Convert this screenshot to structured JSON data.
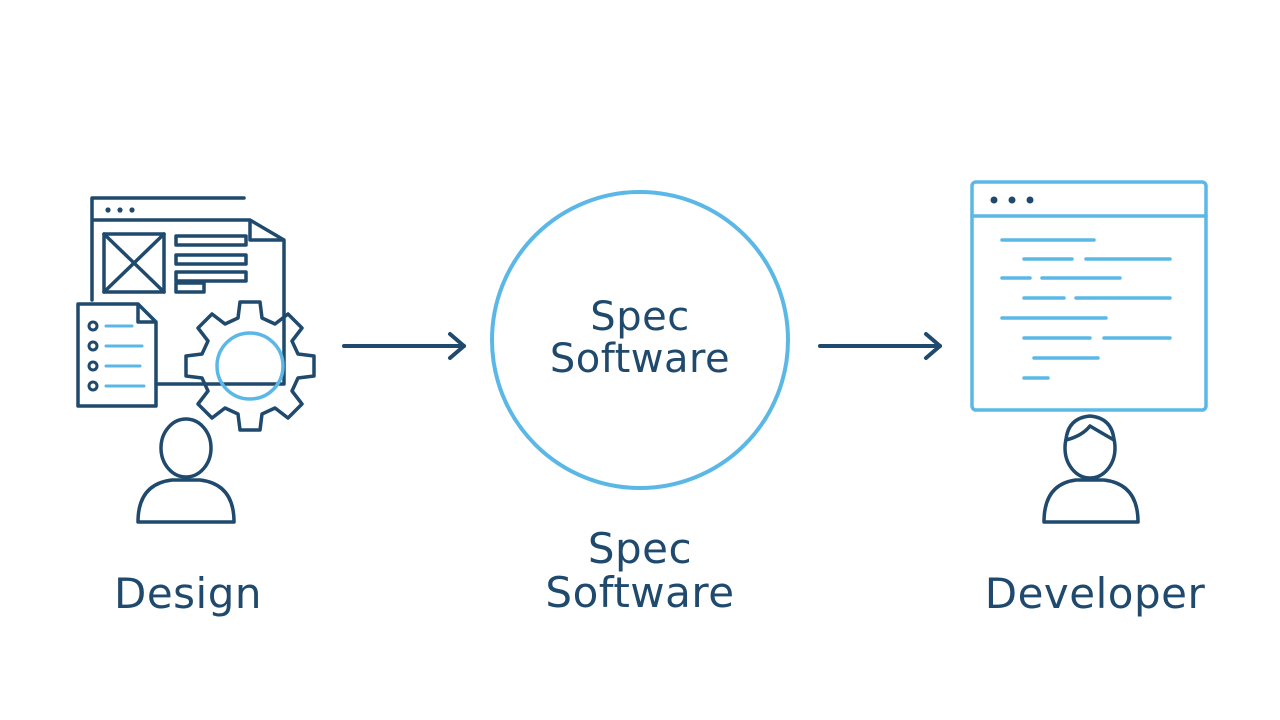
{
  "design": {
    "label": "Design"
  },
  "spec": {
    "circle_lines": [
      "Spec",
      "Software"
    ],
    "caption_lines": [
      "Spec",
      "Software"
    ]
  },
  "developer": {
    "label": "Developer"
  },
  "colors": {
    "dark": "#1f4a6e",
    "light": "#5bb8e6"
  }
}
